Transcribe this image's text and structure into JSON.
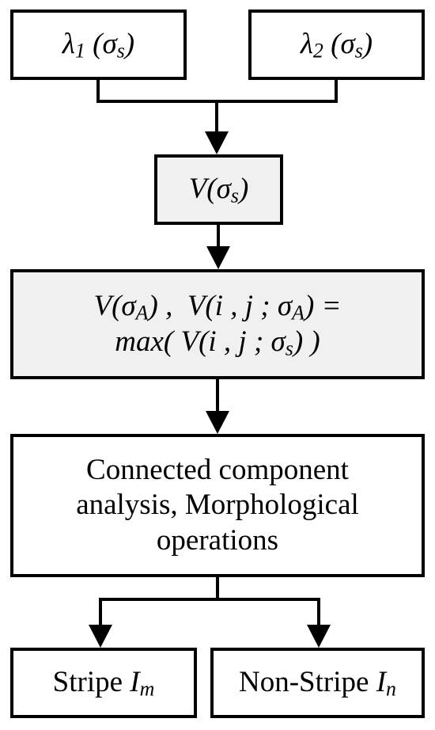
{
  "nodes": {
    "lambda1": {
      "symbol": "λ",
      "sub": "1",
      "arg_open": " (σ",
      "arg_sub": "s",
      "arg_close": ")"
    },
    "lambda2": {
      "symbol": "λ",
      "sub": "2",
      "arg_open": " (σ",
      "arg_sub": "s",
      "arg_close": ")"
    },
    "v": {
      "prefix": "V(σ",
      "sub": "s",
      "suffix": ")"
    },
    "vmax": {
      "line1_a": "V(σ",
      "line1_a_sub": "A",
      "line1_b": ") ,  V(i , j ; σ",
      "line1_b_sub": "A",
      "line1_c": ") =",
      "line2_a": "max( V(i , j ; σ",
      "line2_a_sub": "s",
      "line2_b": ") )"
    },
    "ccomp": {
      "line1": "Connected component",
      "line2": "analysis, Morphological",
      "line3": "operations"
    },
    "stripe": {
      "label": "Stripe ",
      "symbol": "I",
      "sub": "m"
    },
    "nonstripe": {
      "label": "Non-Stripe ",
      "symbol": "I",
      "sub": "n"
    }
  }
}
